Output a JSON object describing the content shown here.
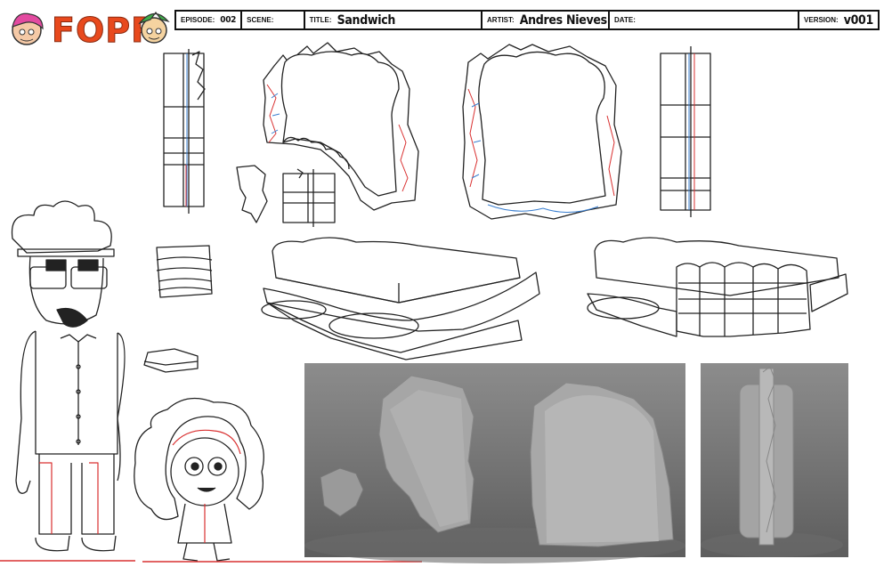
{
  "logo": {
    "text": "FOPR"
  },
  "header": {
    "episode_label": "EPISODE:",
    "episode_value": "002",
    "scene_label": "SCENE:",
    "scene_value": "",
    "title_label": "TITLE:",
    "title_value": "Sandwich",
    "artist_label": "ARTIST:",
    "artist_value": "Andres Nieves",
    "date_label": "DATE:",
    "date_value": "",
    "version_label": "VERSION:",
    "version_value": "v001"
  },
  "colors": {
    "logo_red": "#e8491d",
    "line": "#222222",
    "construction_red": "#d93030",
    "construction_blue": "#3a7fd0",
    "render_gray": "#7f7f7f"
  }
}
